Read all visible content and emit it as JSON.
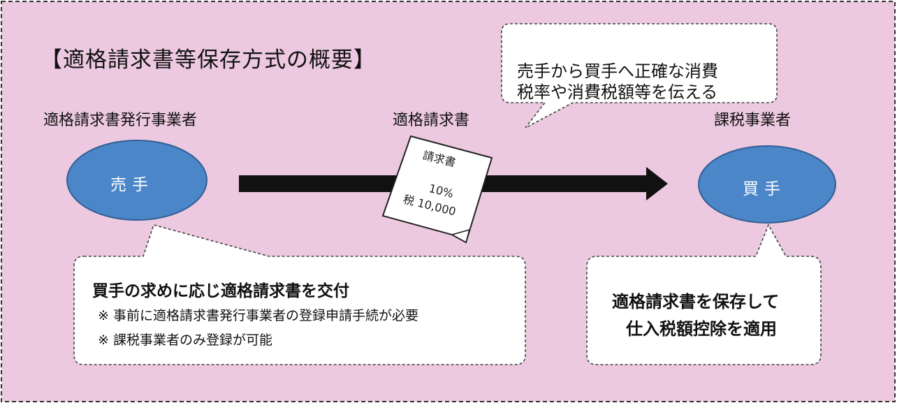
{
  "title": "【適格請求書等保存方式の概要】",
  "captions": {
    "seller": "適格請求書発行事業者",
    "invoice": "適格請求書",
    "buyer": "課税事業者"
  },
  "nodes": {
    "seller": "売手",
    "buyer": "買手"
  },
  "document": {
    "title": "請求書",
    "rate": "10%",
    "tax": "税 10,000"
  },
  "top_bubble": {
    "line1": "売手から買手へ正確な消費",
    "line2": "税率や消費税額等を伝える"
  },
  "seller_bubble": {
    "heading": "買手の求めに応じ適格請求書を交付",
    "note1": "※ 事前に適格請求書発行事業者の登録申請手続が必要",
    "note2": "※ 課税事業者のみ登録が可能"
  },
  "buyer_bubble": {
    "line1": "適格請求書を保存して",
    "line2": "仕入税額控除を適用"
  },
  "colors": {
    "background": "#ecc9e0",
    "ellipse_fill": "#4a86c8",
    "ellipse_stroke": "#345f93",
    "arrow": "#111111",
    "bubble_fill": "#ffffff"
  }
}
